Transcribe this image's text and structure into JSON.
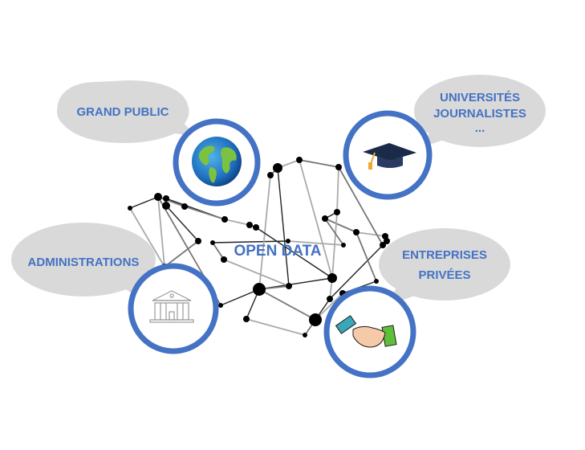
{
  "center": {
    "label": "OPEN DATA"
  },
  "stakeholders": [
    {
      "id": "grand-public",
      "lines": [
        "GRAND PUBLIC"
      ],
      "icon": "globe-icon"
    },
    {
      "id": "universites",
      "lines": [
        "UNIVERSITÉS",
        "JOURNALISTES",
        "..."
      ],
      "icon": "graduation-cap-icon"
    },
    {
      "id": "administrations",
      "lines": [
        "ADMINISTRATIONS"
      ],
      "icon": "government-building-icon"
    },
    {
      "id": "entreprises",
      "lines": [
        "ENTREPRISES",
        "PRIVÉES"
      ],
      "icon": "handshake-icon"
    }
  ],
  "colors": {
    "accent": "#4472c4",
    "bubble": "#d9d9d9",
    "node": "#000000",
    "edge": "#555555"
  }
}
